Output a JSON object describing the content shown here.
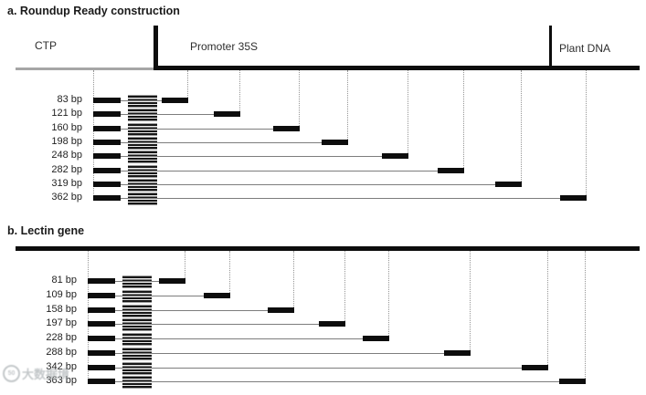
{
  "figure": {
    "section_a": {
      "title": "a. Roundup Ready construction",
      "regions": [
        {
          "label": "CTP"
        },
        {
          "label": "Promoter 35S"
        },
        {
          "label": "Plant DNA"
        }
      ],
      "amplicons": [
        {
          "label": "83 bp",
          "end": 206
        },
        {
          "label": "121 bp",
          "end": 263
        },
        {
          "label": "160 bp",
          "end": 328
        },
        {
          "label": "198 bp",
          "end": 381
        },
        {
          "label": "248 bp",
          "end": 447
        },
        {
          "label": "282 bp",
          "end": 508
        },
        {
          "label": "319 bp",
          "end": 571
        },
        {
          "label": "362 bp",
          "end": 642
        }
      ]
    },
    "section_b": {
      "title": "b. Lectin gene",
      "amplicons": [
        {
          "label": "81 bp",
          "end": 203
        },
        {
          "label": "109 bp",
          "end": 252
        },
        {
          "label": "158 bp",
          "end": 322
        },
        {
          "label": "197 bp",
          "end": 378
        },
        {
          "label": "228 bp",
          "end": 426
        },
        {
          "label": "288 bp",
          "end": 515
        },
        {
          "label": "342 bp",
          "end": 600
        },
        {
          "label": "363 bp",
          "end": 641
        }
      ]
    },
    "watermark": {
      "logo": "50",
      "text": "大数据境"
    },
    "colors": {
      "bar": "#0d0d0d",
      "thin_line": "#7d7d7d",
      "dotted": "#969696",
      "gray_region": "#a6a6a6"
    }
  }
}
